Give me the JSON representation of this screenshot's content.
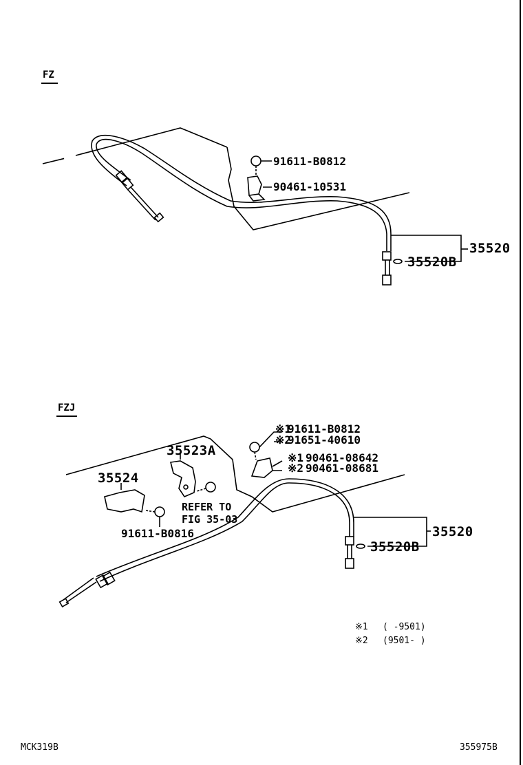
{
  "sections": {
    "top": {
      "label": "FZ"
    },
    "bottom": {
      "label": "FZJ"
    }
  },
  "parts_top": {
    "bolt": "91611-B0812",
    "clamp": "90461-10531",
    "cable": "35520",
    "cable_sub": "35520B"
  },
  "parts_bottom": {
    "bolt_1": "91611-B0812",
    "bolt_2": "91651-40610",
    "clamp_1": "90461-08642",
    "clamp_2": "90461-08681",
    "mark_1": "※1",
    "mark_2": "※2",
    "bracket_a": "35523A",
    "bracket": "35524",
    "bracket_bolt": "91611-B0816",
    "refer_line1": "REFER TO",
    "refer_line2": "FIG 35-03",
    "cable": "35520",
    "cable_sub": "35520B"
  },
  "notes": [
    {
      "mark": "※1",
      "text": "(      -9501)"
    },
    {
      "mark": "※2",
      "text": "(9501-      )"
    }
  ],
  "footer": {
    "left_code": "MCK319B",
    "right_code": "355975B"
  }
}
